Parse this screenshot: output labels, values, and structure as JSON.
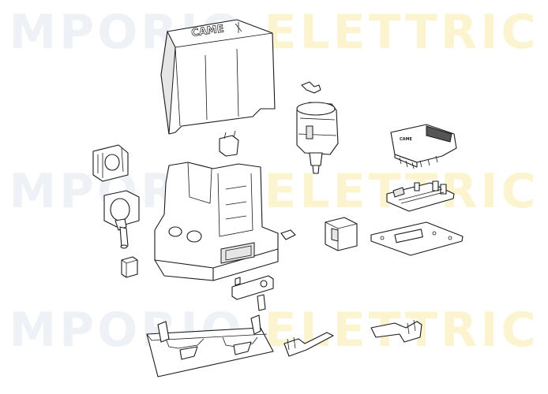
{
  "watermark": {
    "text_main": "MPORIO",
    "text_accent": "ELETTRIC",
    "color": "#eef1f5",
    "accent_color": "#fbf4cf"
  },
  "cover": {
    "logo": "CAME"
  },
  "control_unit": {
    "logo": "CAME"
  },
  "colors": {
    "stroke": "#1a1a1a",
    "fill": "#ffffff",
    "shade": "#e6e6e6"
  }
}
